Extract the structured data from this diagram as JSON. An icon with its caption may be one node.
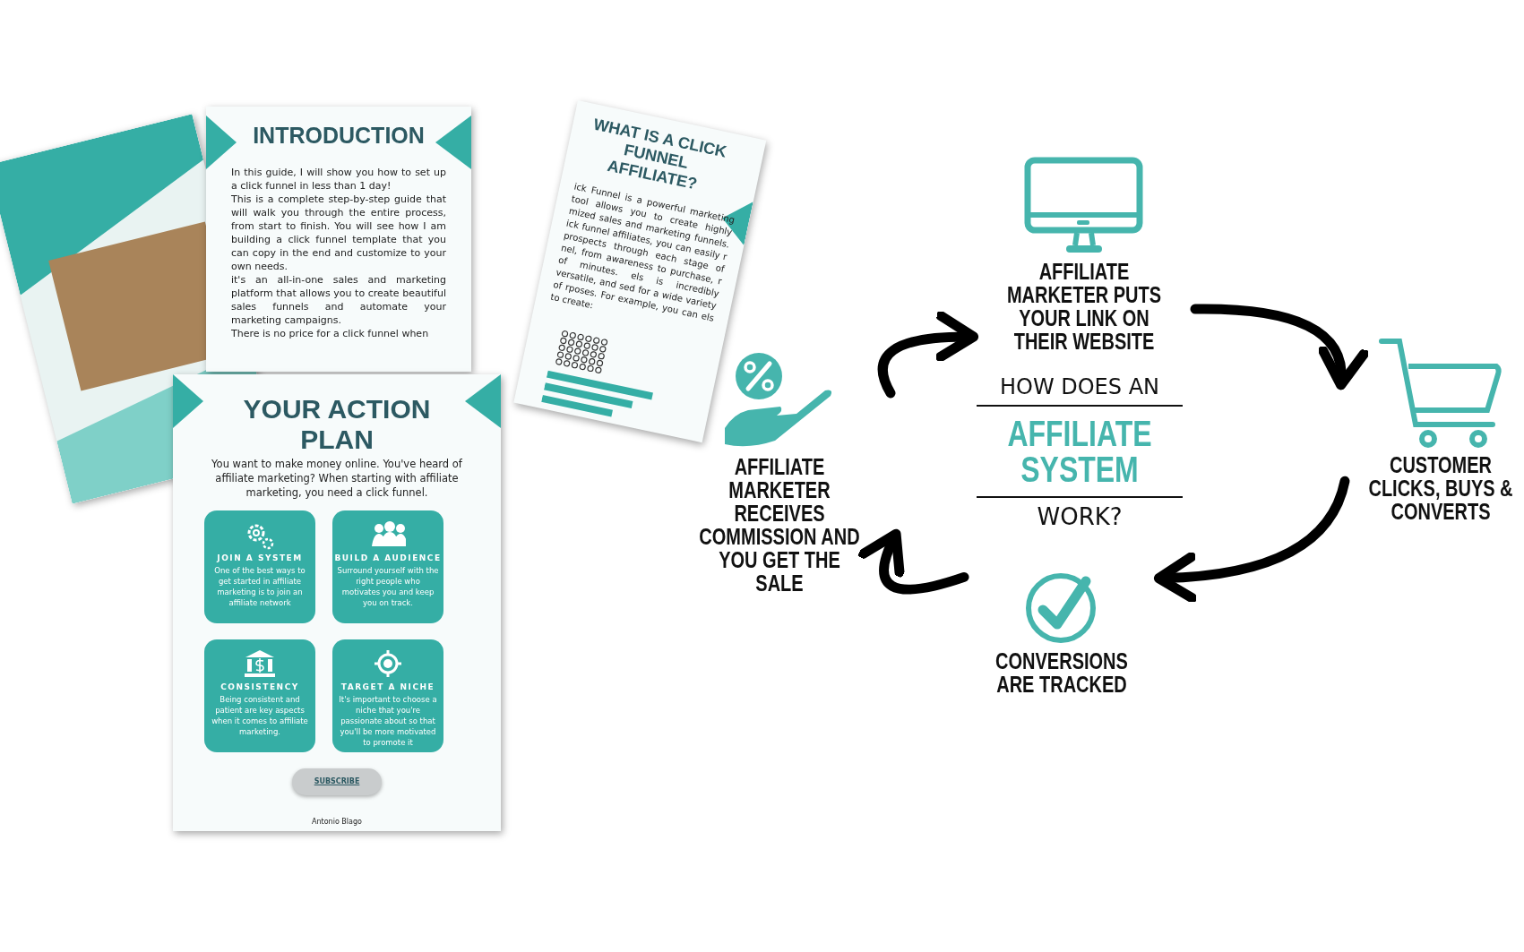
{
  "diagram": {
    "nodes": [
      {
        "text": [
          "INTRODUCTION",
          "In this guide, I will show you how to set up a click funnel in less than 1 day!",
          "This is a complete step-by-step guide that will walk you through the entire process, from start to finish. You will see how I am building a click funnel template that you can copy in the end and customize to your own needs.",
          "it's an all-in-one sales and marketing platform that allows you to create beautiful sales funnels and automate your marketing campaigns.",
          "There is no price for a click funnel when"
        ]
      },
      {
        "text": [
          "WHAT IS A CLICK FUNNEL AFFILIATE?",
          "ick Funnel is a powerful marketing tool allows you to create highly mized sales and marketing funnels. ick funnel affiliates, you can easily r prospects through each stage of nel, from awareness to purchase, r of minutes. els is incredibly versatile, and sed for a wide variety of rposes. For example, you can els to create:"
        ]
      },
      {
        "text": [
          "YOUR ACTION PLAN",
          "You want to make money online. You've heard of affiliate marketing? When starting with affiliate marketing, you need  a click funnel.",
          "Antonio Blago"
        ]
      },
      {
        "text": [
          "JOIN A SYSTEM",
          "One of the best ways to get started in affiliate marketing is to join an affiliate network"
        ],
        "in": 2
      },
      {
        "text": [
          "BUILD A AUDIENCE",
          "Surround yourself with the right people who motivates you and keep you on track."
        ],
        "in": 2
      },
      {
        "text": [
          "CONSISTENCY",
          "Being consistent and patient are key aspects when it comes to affiliate marketing."
        ],
        "in": 2
      },
      {
        "text": [
          "TARGET A NICHE",
          "It's important to choose a niche that you're passionate about so that you'll be more motivated to promote it"
        ],
        "in": 2
      },
      {
        "text": [
          "SUBSCRIBE"
        ],
        "in": 2
      },
      {
        "text": [
          "AFFILIATE MARKETER RECEIVES COMMISSION AND YOU GET THE SALE"
        ]
      },
      {
        "text": [
          "AFFILIATE MARKETER PUTS YOUR LINK ON THEIR WEBSITE"
        ]
      },
      {
        "text": [
          "CUSTOMER CLICKS, BUYS & CONVERTS"
        ]
      },
      {
        "text": [
          "CONVERSIONS ARE TRACKED"
        ]
      }
    ],
    "edges": [
      {
        "from": 8,
        "to": 9,
        "arrow": "to"
      },
      {
        "from": 9,
        "to": 10,
        "arrow": "to"
      },
      {
        "from": 10,
        "to": 11,
        "arrow": "to"
      },
      {
        "from": 11,
        "to": 8,
        "arrow": "to"
      }
    ],
    "labels": [
      "HOW DOES AN",
      "AFFILIATE SYSTEM",
      "WORK?"
    ]
  }
}
